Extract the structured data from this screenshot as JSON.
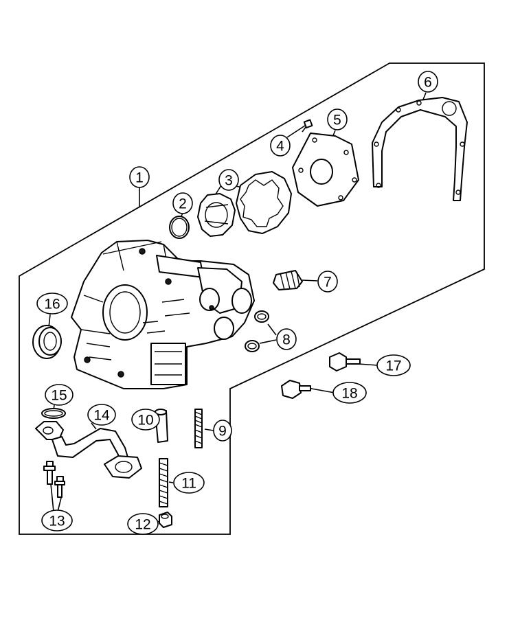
{
  "callouts": [
    {
      "number": "1"
    },
    {
      "number": "2"
    },
    {
      "number": "3"
    },
    {
      "number": "4"
    },
    {
      "number": "5"
    },
    {
      "number": "6"
    },
    {
      "number": "7"
    },
    {
      "number": "8"
    },
    {
      "number": "9"
    },
    {
      "number": "10"
    },
    {
      "number": "11"
    },
    {
      "number": "12"
    },
    {
      "number": "13"
    },
    {
      "number": "14"
    },
    {
      "number": "15"
    },
    {
      "number": "16"
    },
    {
      "number": "17"
    },
    {
      "number": "18"
    }
  ],
  "colors": {
    "line": "#000000",
    "background": "#ffffff"
  }
}
